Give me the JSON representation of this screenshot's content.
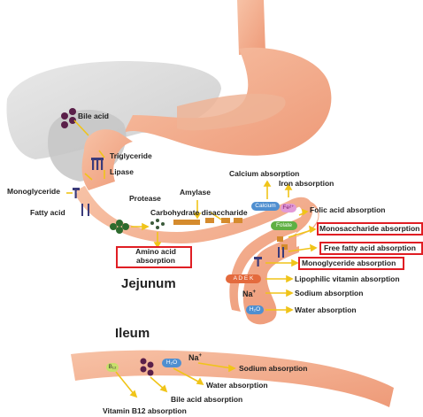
{
  "sections": {
    "jejunum_title": "Jejunum",
    "ileum_title": "Ileum"
  },
  "labels": {
    "bile_acid": "Bile acid",
    "triglyceride": "Triglyceride",
    "lipase": "Lipase",
    "monoglyceride": "Monoglyceride",
    "fatty_acid": "Fatty acid",
    "protease": "Protease",
    "amylase": "Amylase",
    "carbohydrate_disaccharide": "Carbohydrate disaccharide",
    "calcium_absorption": "Calcium absorption",
    "iron_absorption": "Iron absorption",
    "folic_acid_absorption": "Folic acid absorption",
    "lipophilic_vitamin_absorption": "Lipophilic vitamin absorption",
    "sodium_absorption_j": "Sodium absorption",
    "water_absorption_j": "Water absorption",
    "na_plus": "Na",
    "sodium_absorption_i": "Sodium absorption",
    "water_absorption_i": "Water absorption",
    "bile_acid_absorption": "Bile acid absorption",
    "vitamin_b12_absorption": "Vitamin B12 absorption"
  },
  "highlighted": {
    "amino_acid_absorption": "Amino acid absorption",
    "monosaccharide_absorption": "Monosaccharide absorption",
    "free_fatty_acid_absorption": "Free fatty acid absorption",
    "monoglyceride_absorption": "Monoglyceride absorption"
  },
  "chips": {
    "calcium": "Calcium",
    "iron": "Fe²⁺",
    "folate": "Folate",
    "h2o": "H₂O",
    "b12": "B₁₂",
    "vitamins": "A D E K"
  },
  "colors": {
    "intestine": "#f2a987",
    "intestine_dark": "#e98f6d",
    "liver": "#d7d7d7",
    "arrow": "#f0c419",
    "highlight_border": "#e01e24",
    "blue_chip": "#4f8fd0",
    "green_chip": "#5fb043"
  }
}
